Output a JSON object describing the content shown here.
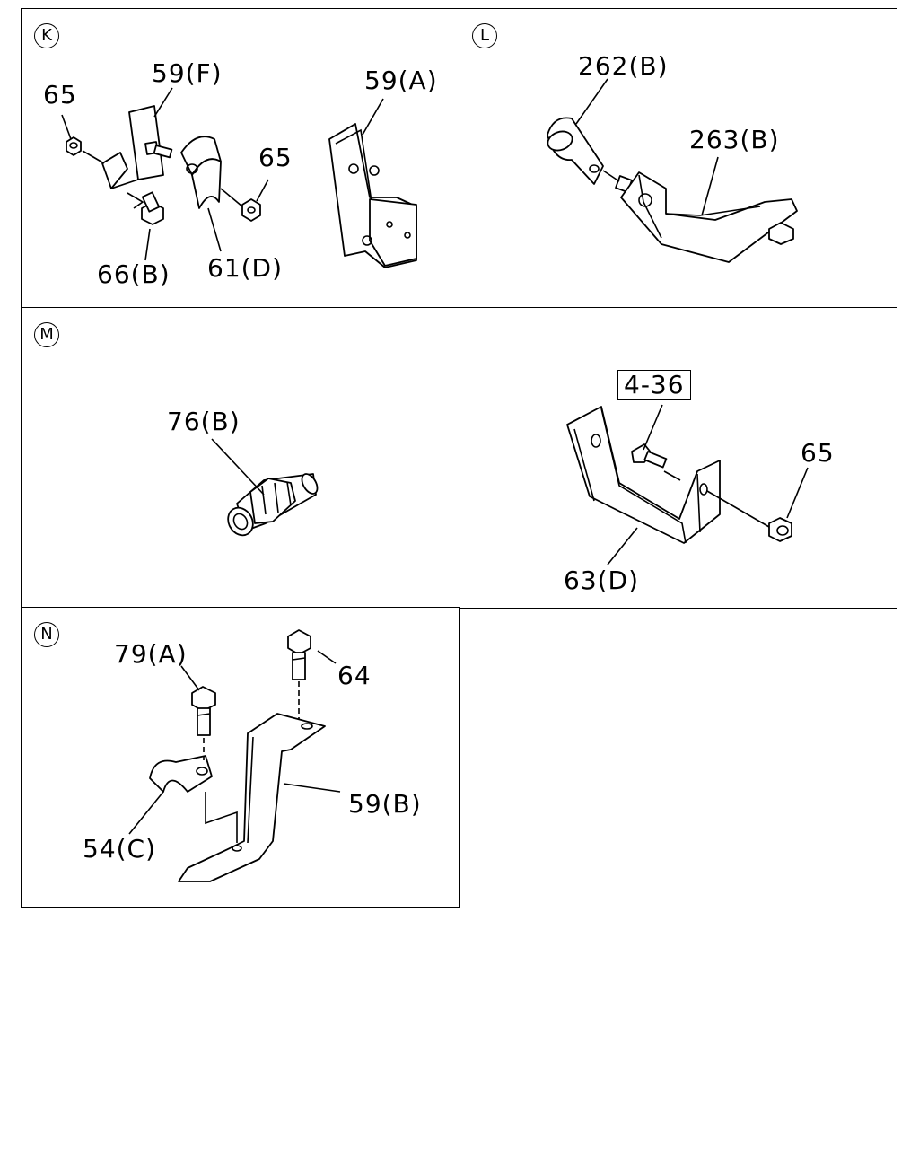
{
  "sections": {
    "k": {
      "marker": "K",
      "labels": {
        "nut_left": "65",
        "bracket_f": "59(F)",
        "nut_right": "65",
        "bolt": "66(B)",
        "clip": "61(D)",
        "bracket_a": "59(A)"
      }
    },
    "l": {
      "marker": "L",
      "labels": {
        "clamp": "262(B)",
        "bracket": "263(B)"
      }
    },
    "m": {
      "marker": "M",
      "labels": {
        "fitting": "76(B)"
      }
    },
    "o": {
      "labels": {
        "reference": "4-36",
        "nut": "65",
        "bracket": "63(D)"
      }
    },
    "n": {
      "marker": "N",
      "labels": {
        "bolt_a": "79(A)",
        "bolt": "64",
        "bracket": "59(B)",
        "clip": "54(C)"
      }
    }
  }
}
